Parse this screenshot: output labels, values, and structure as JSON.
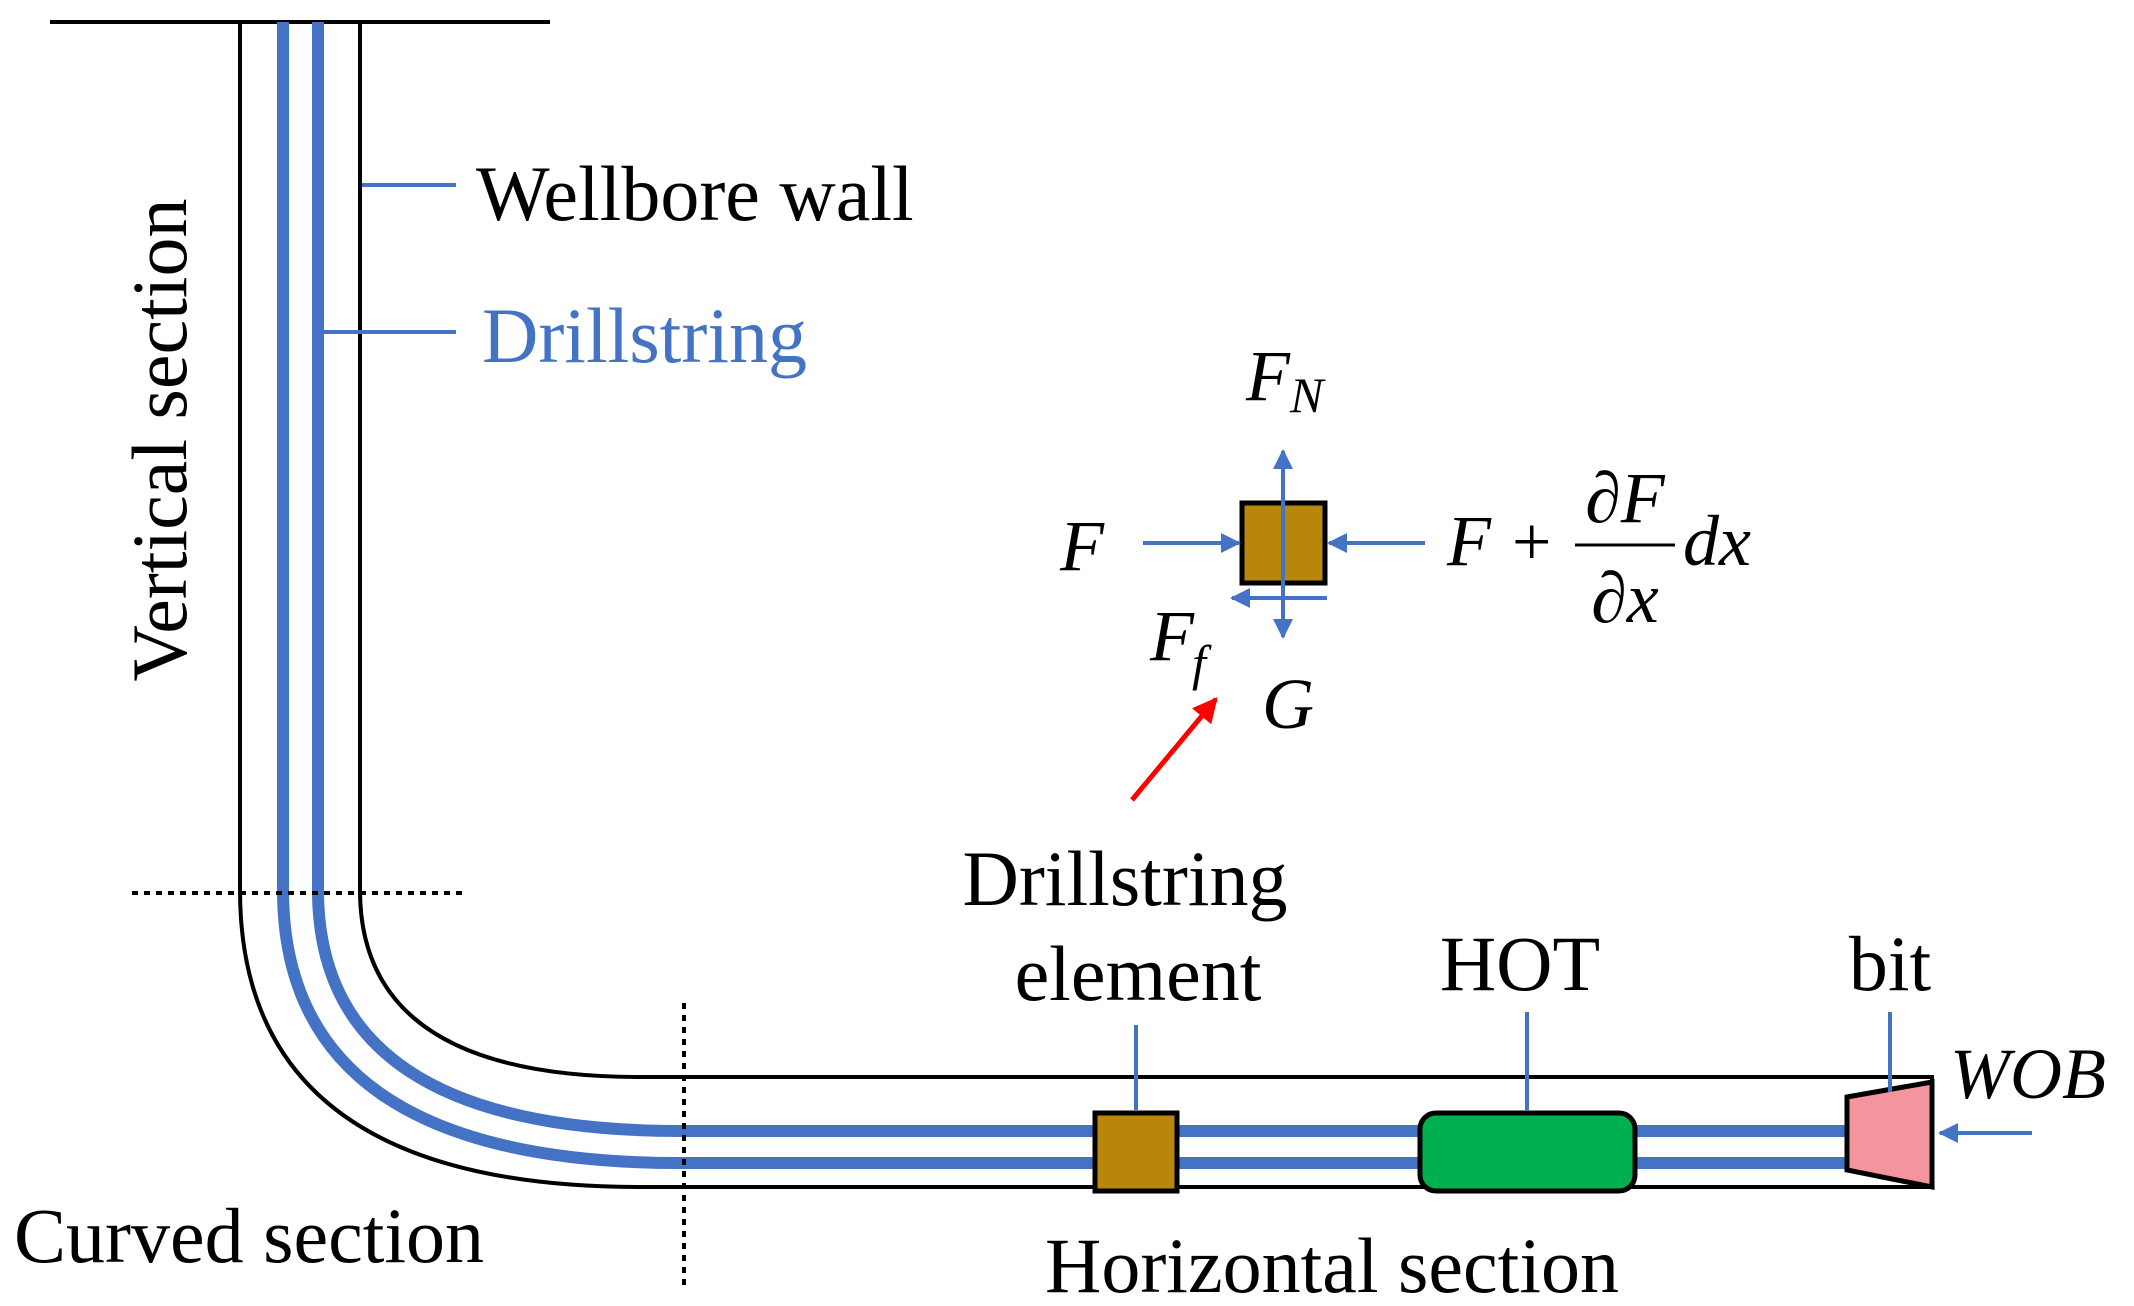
{
  "labels": {
    "wellbore_wall": "Wellbore wall",
    "drillstring": "Drillstring",
    "vertical_section": "Vertical section",
    "curved_section": "Curved section",
    "horizontal_section": "Horizontal section",
    "drillstring_element_line1": "Drillstring",
    "drillstring_element_line2": "element",
    "hot": "HOT",
    "bit": "bit",
    "wob": "WOB"
  },
  "forces": {
    "normal": "F",
    "normal_sub": "N",
    "axial_left": "F",
    "axial_right_base": "F",
    "plus": "+",
    "partial_f": "∂F",
    "partial_x": "∂x",
    "dx": "dx",
    "friction": "F",
    "friction_sub": "f",
    "gravity": "G"
  },
  "colors": {
    "wall": "#000000",
    "drillstring": "#4472C4",
    "element_fill": "#B8860B",
    "hot_fill": "#00B050",
    "bit_fill": "#F4949C",
    "pointer_arrow": "#FF0000"
  }
}
